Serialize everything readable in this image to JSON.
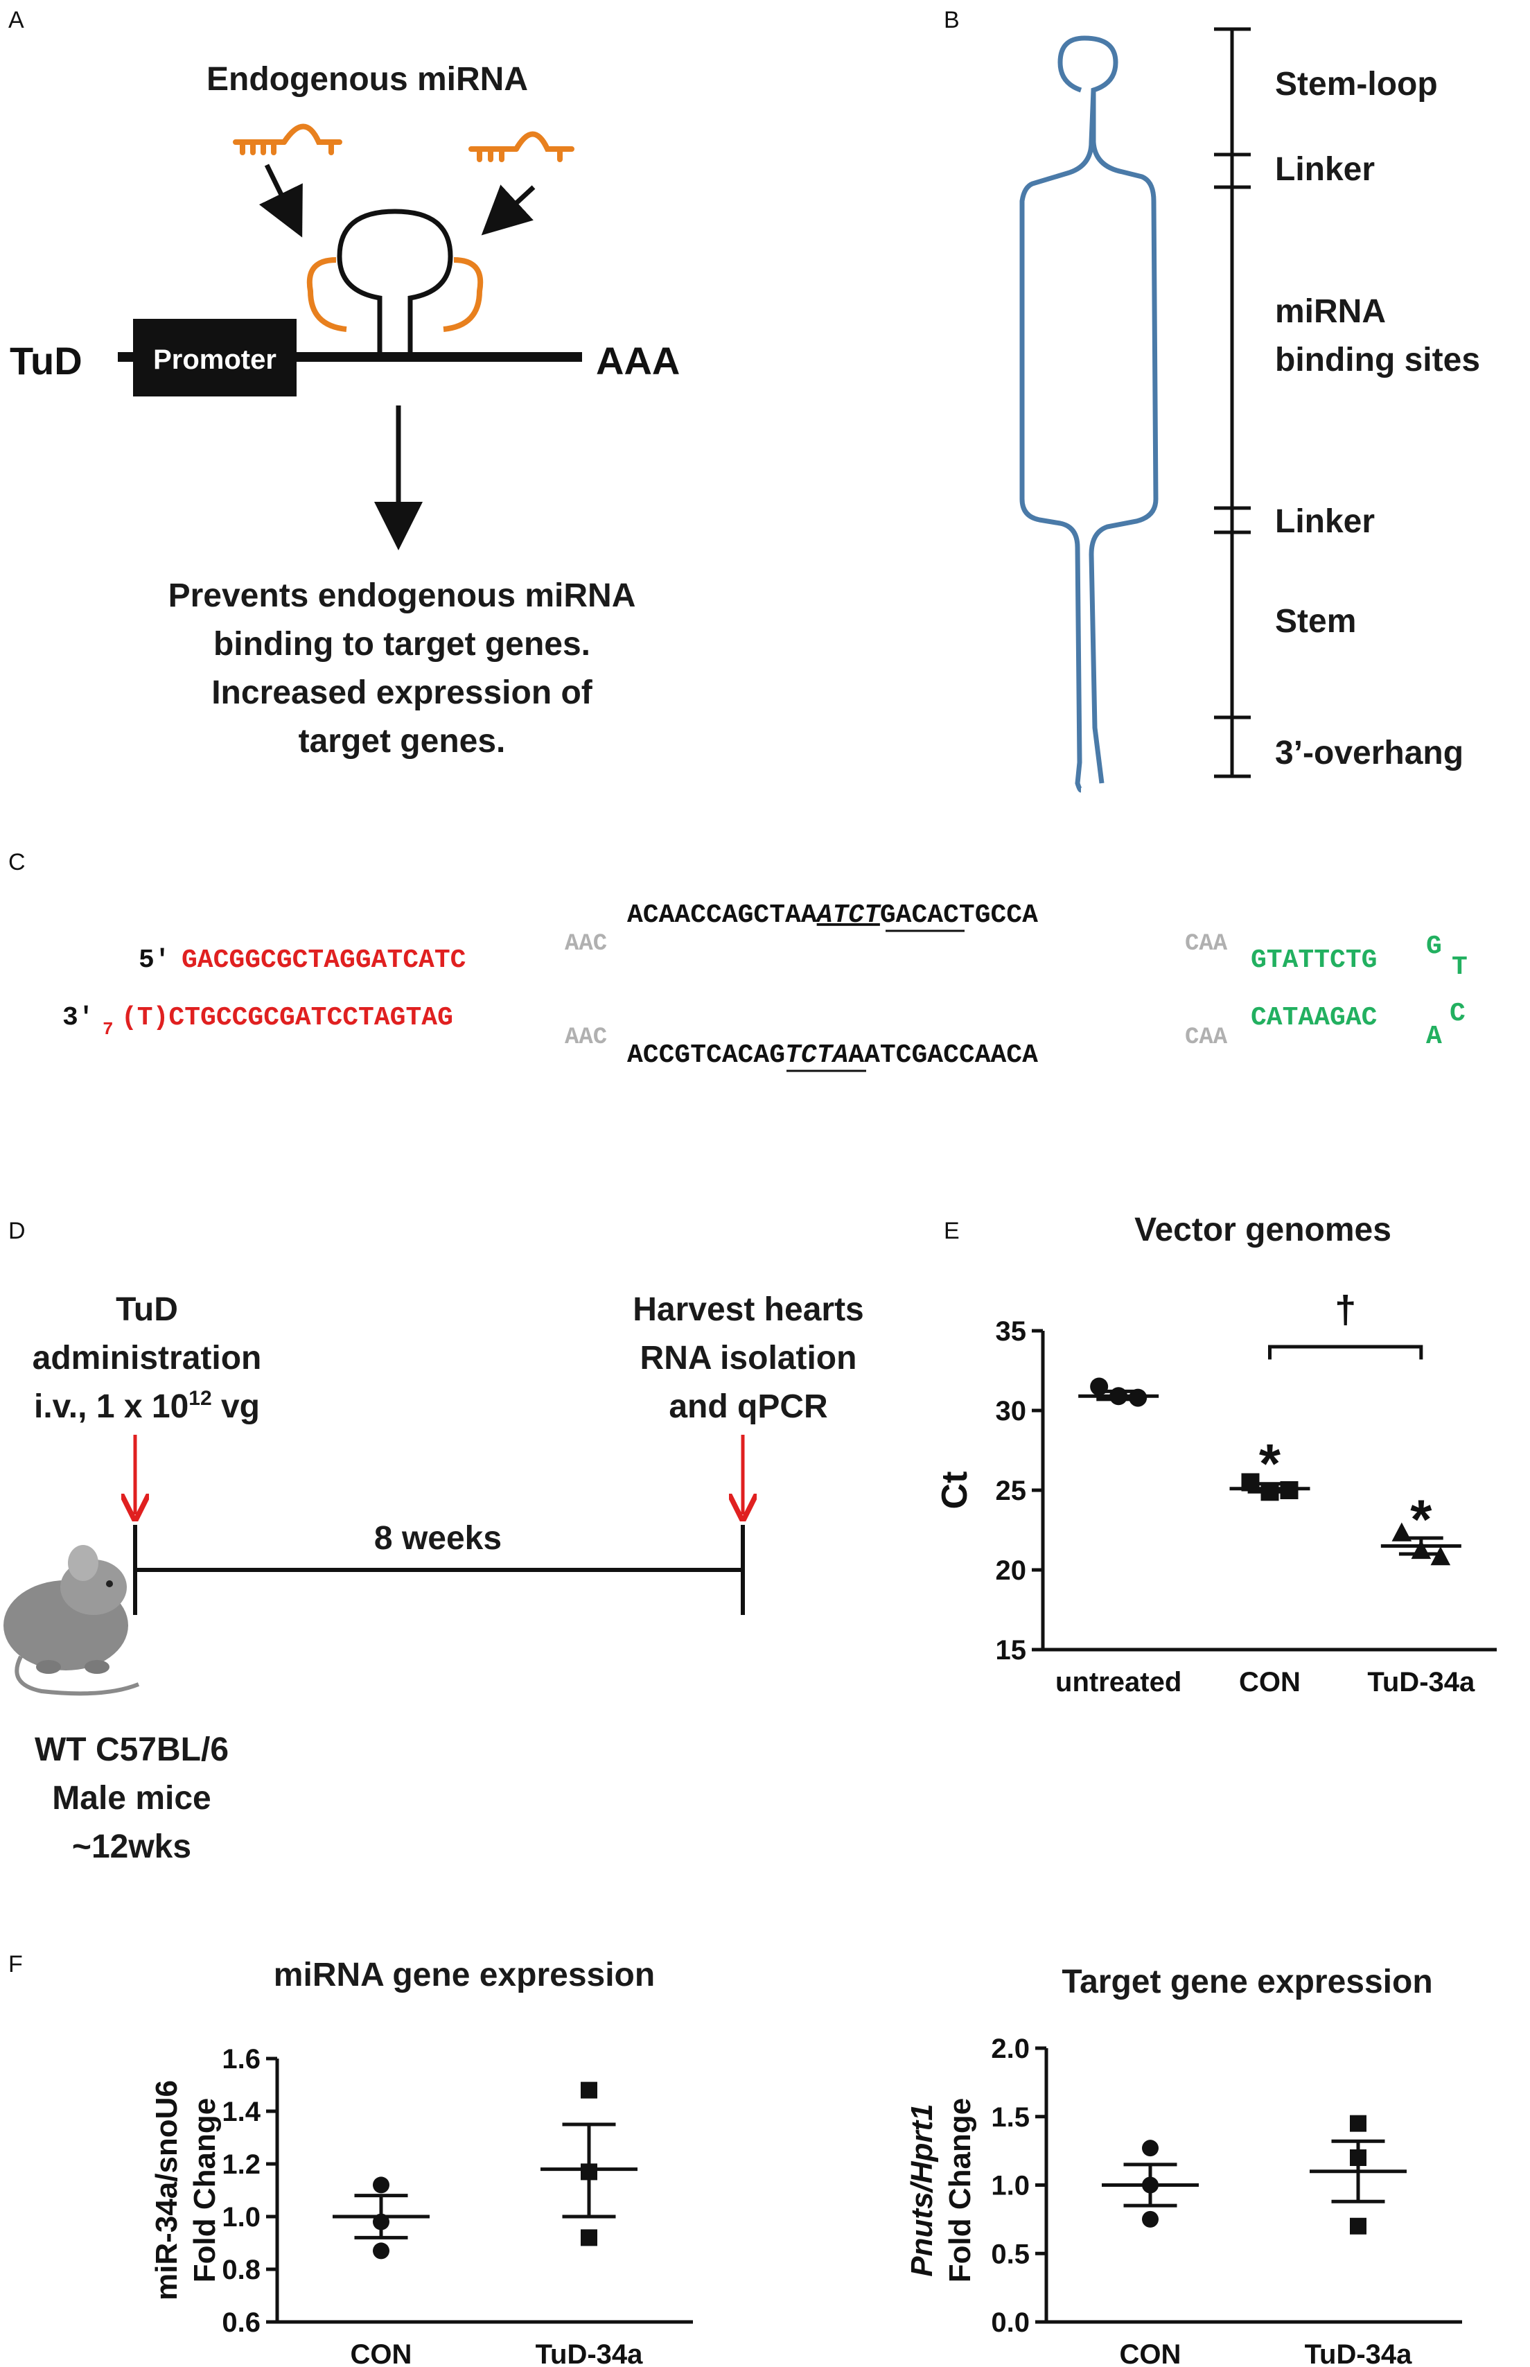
{
  "panel_letters": [
    "A",
    "B",
    "C",
    "D",
    "E",
    "F"
  ],
  "panelA": {
    "title": "Endogenous miRNA",
    "tud": "TuD",
    "promoter": "Promoter",
    "aaa": "AAA",
    "caption_lines": [
      "Prevents endogenous miRNA",
      "binding to target genes.",
      "Increased expression of",
      "target genes."
    ]
  },
  "panelB": {
    "segments": [
      "Stem-loop",
      "Linker",
      "miRNA",
      "binding sites",
      "Linker",
      "Stem",
      "3’-overhang"
    ]
  },
  "panelC": {
    "top_prefix": "5′",
    "top_red": "GACGGCGCTAGGATCATC",
    "aac_top": "AAC",
    "top_black_a": "ACAACCAGCTAA",
    "top_black_u": "ATCT",
    "top_black_b": "GACACTGCCA",
    "caa_top": "CAA",
    "top_green": "GTATTCTG",
    "loop_g": "G",
    "loop_t": "T",
    "bot_prefix": "3′",
    "bot_sub": "7",
    "bot_red": "(T)CTGCCGCGATCCTAGTAG",
    "aac_bot": "AAC",
    "bot_black_a": "ACCGTCACAG",
    "bot_black_u": "TCTA",
    "bot_black_b": "AATCGACCAACA",
    "caa_bot": "CAA",
    "bot_green": "CATAAGAC",
    "loop_c": "C",
    "loop_a": "A",
    "colors": {
      "red": "#e02020",
      "green": "#22b060",
      "gray": "#b0b0b0"
    }
  },
  "panelD": {
    "left_lines": [
      "TuD",
      "administration",
      "i.v., 1 x 10",
      "12",
      " vg"
    ],
    "right_lines": [
      "Harvest hearts",
      "RNA isolation",
      "and qPCR"
    ],
    "duration": "8 weeks",
    "mouse_lines": [
      "WT C57BL/6",
      "Male mice",
      "~12wks"
    ]
  },
  "chart_data": [
    {
      "type": "scatter",
      "title": "Vector genomes",
      "ylabel": "Ct",
      "ylim": [
        15,
        35
      ],
      "yticks": [
        15,
        20,
        25,
        30,
        35
      ],
      "categories": [
        "untreated",
        "CON",
        "TuD-34a"
      ],
      "series": [
        {
          "category": "untreated",
          "marker": "circle",
          "points": [
            31.5,
            30.9,
            30.8
          ],
          "mean": 30.9,
          "err": [
            30.7,
            31.2
          ]
        },
        {
          "category": "CON",
          "marker": "square",
          "points": [
            25.5,
            24.9,
            25.0
          ],
          "mean": 25.1,
          "err": [
            24.9,
            25.4
          ]
        },
        {
          "category": "TuD-34a",
          "marker": "triangle",
          "points": [
            22.3,
            21.2,
            20.8
          ],
          "mean": 21.5,
          "err": [
            21.0,
            22.0
          ]
        }
      ],
      "annotations": {
        "star": "*",
        "dagger": "†"
      }
    },
    {
      "type": "scatter",
      "title": "miRNA gene expression",
      "ylabel_1": "miR-34a/snoU6",
      "ylabel_2": "Fold Change",
      "ylim": [
        0.6,
        1.6
      ],
      "yticks": [
        "0.6",
        "0.8",
        "1.0",
        "1.2",
        "1.4",
        "1.6"
      ],
      "categories": [
        "CON",
        "TuD-34a"
      ],
      "series": [
        {
          "category": "CON",
          "marker": "circle",
          "points": [
            1.12,
            0.98,
            0.87
          ],
          "mean": 1.0,
          "err": [
            0.92,
            1.08
          ]
        },
        {
          "category": "TuD-34a",
          "marker": "square",
          "points": [
            1.48,
            1.17,
            0.92
          ],
          "mean": 1.18,
          "err": [
            1.0,
            1.35
          ]
        }
      ]
    },
    {
      "type": "scatter",
      "title": "Target gene expression",
      "ylabel_1": "Pnuts/Hprt1",
      "ylabel_2": "Fold Change",
      "ylim": [
        0.0,
        2.0
      ],
      "yticks": [
        "0.0",
        "0.5",
        "1.0",
        "1.5",
        "2.0"
      ],
      "categories": [
        "CON",
        "TuD-34a"
      ],
      "series": [
        {
          "category": "CON",
          "marker": "circle",
          "points": [
            1.27,
            1.0,
            0.75
          ],
          "mean": 1.0,
          "err": [
            0.85,
            1.15
          ]
        },
        {
          "category": "TuD-34a",
          "marker": "square",
          "points": [
            1.45,
            1.2,
            0.7
          ],
          "mean": 1.1,
          "err": [
            0.88,
            1.32
          ]
        }
      ]
    }
  ]
}
